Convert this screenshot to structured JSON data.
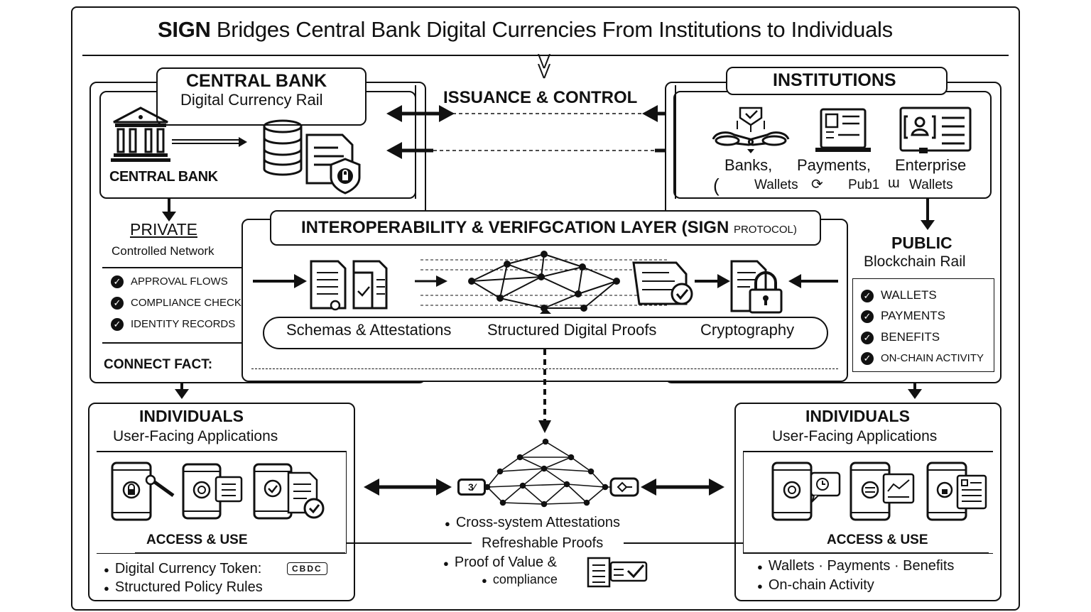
{
  "title": {
    "brand": "SIGN",
    "rest": "Bridges Central Bank Digital Currencies From Institutions to Individuals"
  },
  "central_bank": {
    "heading": "CENTRAL BANK",
    "subheading": "Digital Currency Rail",
    "icon_label": "CENTRAL BANK",
    "icons": [
      "bank-building-icon",
      "database-icon",
      "secure-document-icon"
    ]
  },
  "issuance": {
    "label": "ISSUANCE & CONTROL"
  },
  "institutions": {
    "heading": "INSTITUTIONS",
    "labels": [
      "Banks,",
      "Payments,",
      "Enterprise"
    ],
    "sublabels": [
      "Wallets",
      "Pub1",
      "Wallets"
    ],
    "icons": [
      "handshake-icon",
      "payment-terminal-icon",
      "enterprise-id-icon"
    ]
  },
  "private_rail": {
    "heading": "PRIVATE",
    "subheading": "Controlled Network",
    "items": [
      "APPROVAL FLOWS",
      "COMPLIANCE CHECKS",
      "IDENTITY RECORDS"
    ],
    "footer": "CONNECT FACT:"
  },
  "layer": {
    "title_main": "INTEROPERABILITY & VERIFGCATION LAYER (SIGN",
    "title_small": "PROTOCOL)",
    "labels": [
      "Schemas & Attestations",
      "Structured Digital Proofs",
      "Cryptography"
    ],
    "icons": [
      "schema-documents-icon",
      "network-mesh-icon",
      "proof-document-icon",
      "lock-document-icon"
    ]
  },
  "public_rail": {
    "heading": "PUBLIC",
    "subheading": "Blockchain Rail",
    "items": [
      "WALLETS",
      "PAYMENTS",
      "BENEFITS",
      "ON-CHAIN ACTIVITY"
    ]
  },
  "individuals_left": {
    "heading": "INDIVIDUALS",
    "subheading": "User-Facing Applications",
    "caption": "ACCESS & USE",
    "bullets": [
      "Digital Currency Token:",
      "Structured Policy Rules"
    ],
    "badge": "CBDC"
  },
  "individuals_right": {
    "heading": "INDIVIDUALS",
    "subheading": "User-Facing Applications",
    "caption": "ACCESS & USE",
    "bullets": [
      "Wallets · Payments · Benefits",
      "On-chain Activity"
    ]
  },
  "center_bottom": {
    "node_left": "3⁄",
    "bullets": [
      "Cross-system Attestations",
      "Refreshable Proofs",
      "Proof of Value &",
      "compliance"
    ]
  },
  "colors": {
    "ink": "#111111",
    "paper": "#ffffff"
  }
}
